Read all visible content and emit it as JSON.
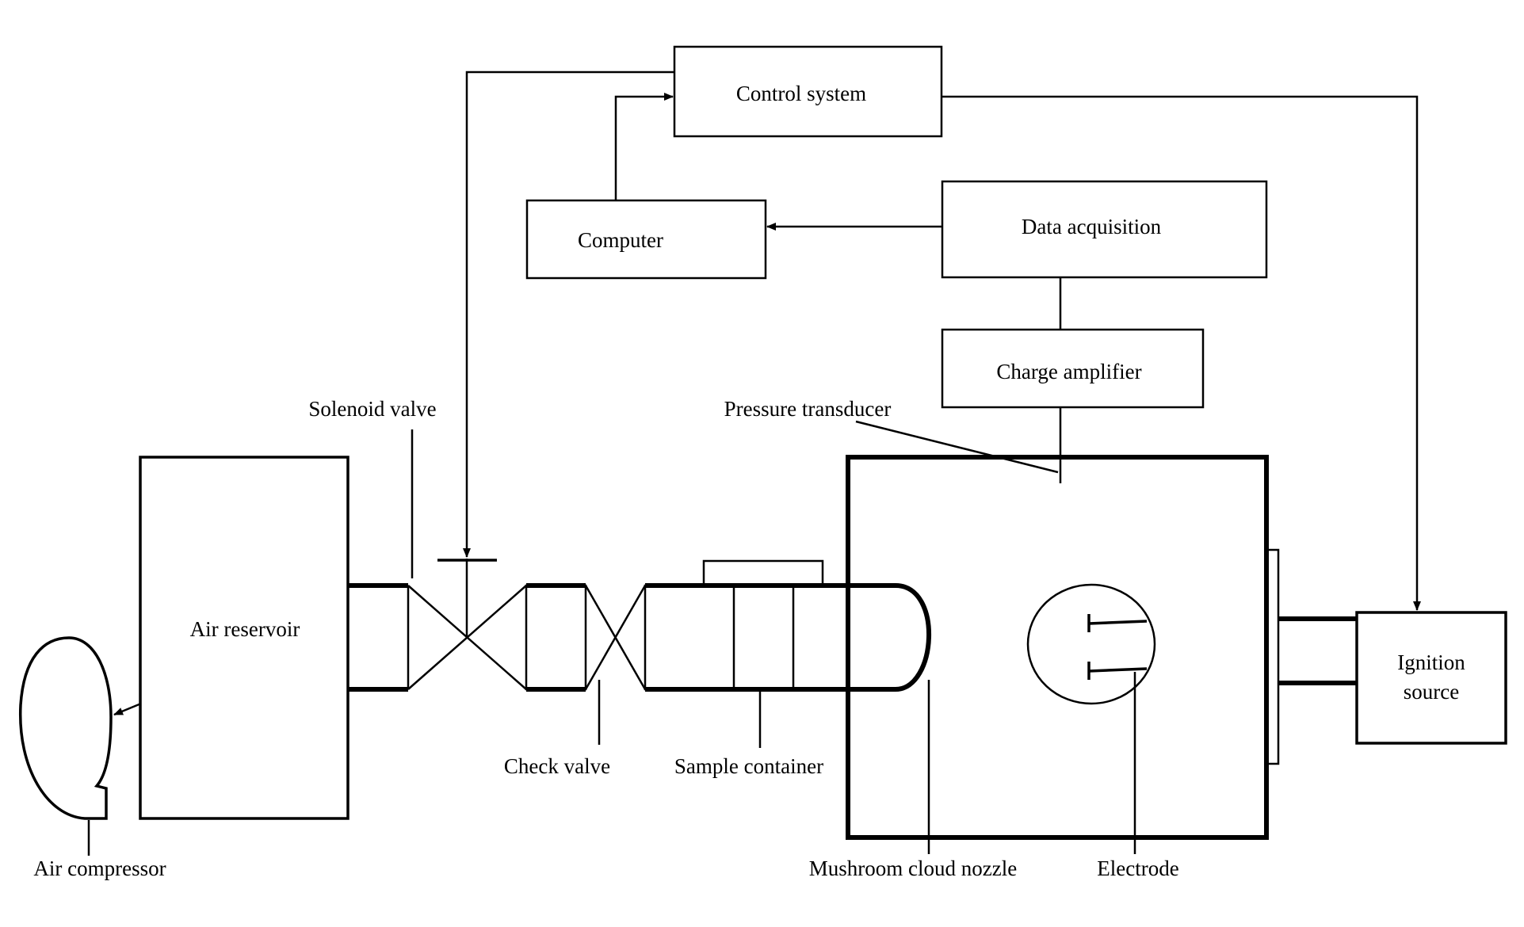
{
  "components": {
    "control_system": "Control  system",
    "computer": "Computer",
    "data_acquisition": "Data  acquisition",
    "charge_amplifier": "Charge amplifier",
    "air_reservoir": "Air reservoir",
    "ignition_source_line1": "Ignition",
    "ignition_source_line2": "source"
  },
  "callouts": {
    "solenoid_valve": "Solenoid valve",
    "pressure_transducer": "Pressure transducer",
    "check_valve": "Check valve",
    "sample_container": "Sample container",
    "air_compressor": "Air compressor",
    "mushroom_cloud_nozzle": "Mushroom cloud nozzle",
    "electrode": "Electrode"
  }
}
